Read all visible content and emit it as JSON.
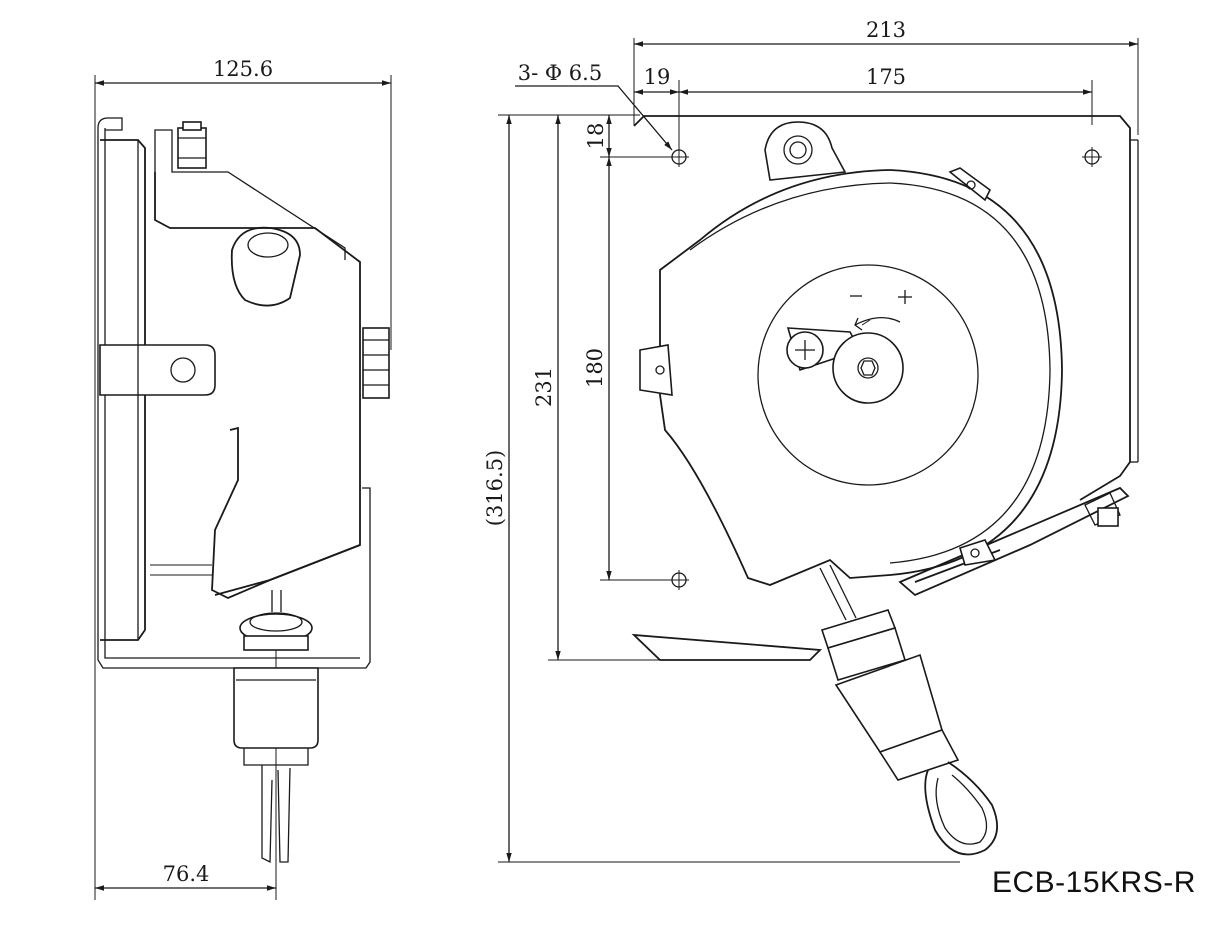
{
  "model": "ECB-15KRS-R",
  "dimensions": {
    "side_width": "125.6",
    "side_offset": "76.4",
    "front_width": "213",
    "front_edge_offset": "19",
    "front_hole_spacing": "175",
    "hole_spec": "3- Φ 6.5",
    "hole_top_offset": "18",
    "front_height": "231",
    "front_hole_vertical": "180",
    "overall_height": "(316.5)"
  },
  "dial": {
    "minus": "-",
    "plus": "+"
  }
}
